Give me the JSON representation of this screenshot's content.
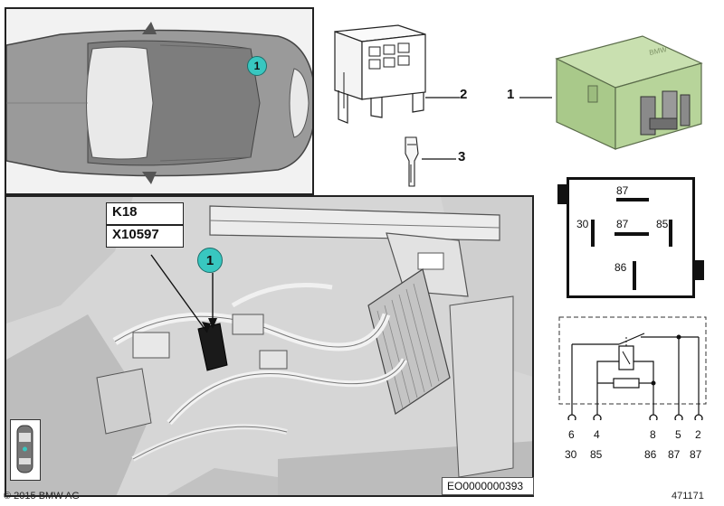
{
  "callouts": {
    "one": "1",
    "two": "2",
    "three": "3"
  },
  "location_badge": "1",
  "labels": {
    "k18": "K18",
    "x10597": "X10597"
  },
  "relay_pins": {
    "p87_top": "87",
    "p30": "30",
    "p87_mid": "87",
    "p85": "85",
    "p86": "86"
  },
  "schematic_terminals": [
    {
      "num": "6",
      "term": "30"
    },
    {
      "num": "4",
      "term": "85"
    },
    {
      "num": "8",
      "term": "86"
    },
    {
      "num": "5",
      "term": "87"
    },
    {
      "num": "2",
      "term": "87"
    }
  ],
  "codes": {
    "image_code": "EO0000000393",
    "copyright": "© 2015 BMW AG",
    "diagram_number": "471171"
  },
  "colors": {
    "badge": "#38c7c0",
    "relay_green": "#b7d49a",
    "panel_bg": "#ececec"
  }
}
